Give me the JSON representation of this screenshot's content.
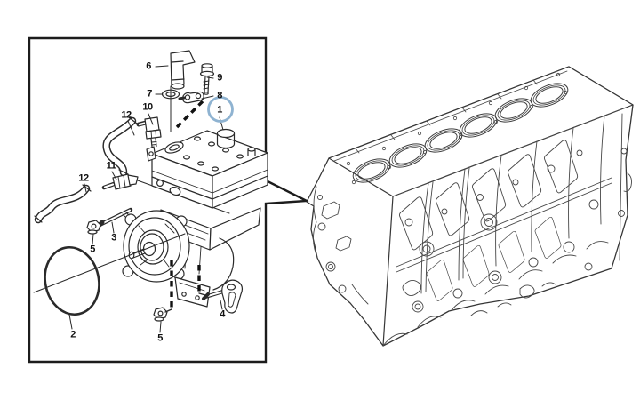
{
  "figure": {
    "kind": "exploded-parts-diagram",
    "background_color": "#ffffff",
    "line_color": "#2a2a2a",
    "highlight_color": "#8fb3d1"
  },
  "callouts": [
    {
      "label": "6"
    },
    {
      "label": "9"
    },
    {
      "label": "7"
    },
    {
      "label": "8"
    },
    {
      "label": "1",
      "highlighted": true
    },
    {
      "label": "10"
    },
    {
      "label": "12"
    },
    {
      "label": "11"
    },
    {
      "label": "12"
    },
    {
      "label": "5"
    },
    {
      "label": "3"
    },
    {
      "label": "2"
    },
    {
      "label": "5"
    },
    {
      "label": "4"
    }
  ]
}
